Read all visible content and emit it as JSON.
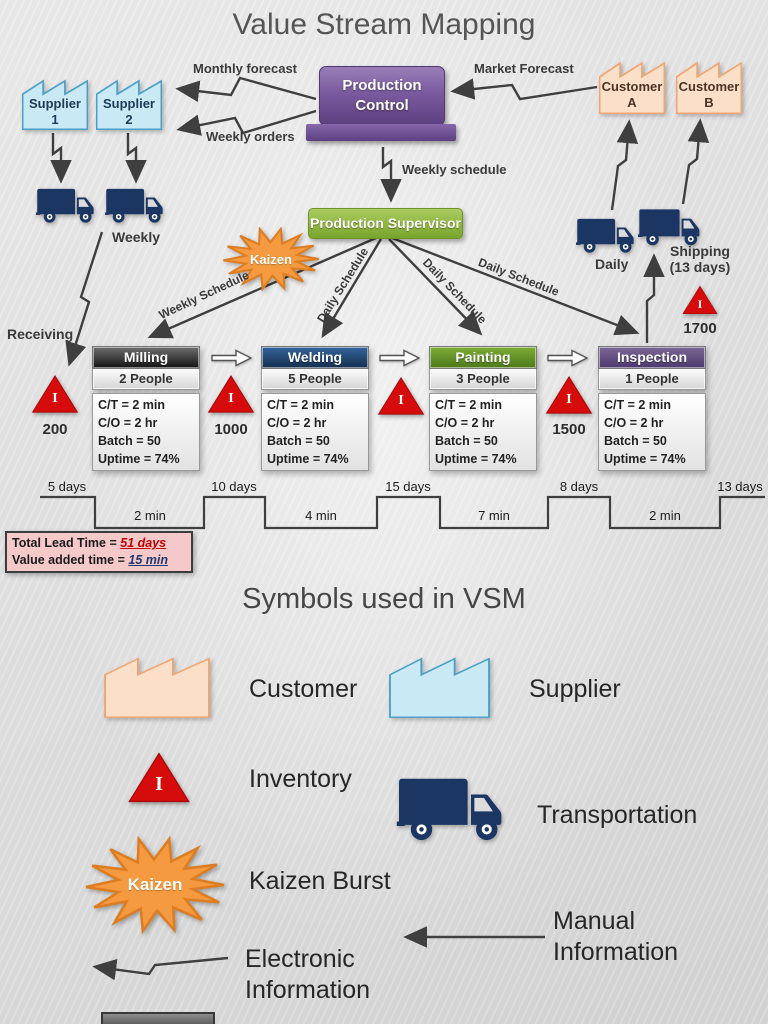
{
  "title": "Value Stream Mapping",
  "map": {
    "supplier1_line1": "Supplier",
    "supplier1_line2": "1",
    "supplier2_line1": "Supplier",
    "supplier2_line2": "2",
    "customerA_line1": "Customer",
    "customerA_line2": "A",
    "customerB_line1": "Customer",
    "customerB_line2": "B",
    "production_control_line1": "Production",
    "production_control_line2": "Control",
    "production_supervisor": "Production Supervisor",
    "kaizen": "Kaizen",
    "monthly_forecast": "Monthly forecast",
    "weekly_orders": "Weekly orders",
    "market_forecast": "Market Forecast",
    "weekly_schedule": "Weekly schedule",
    "weekly": "Weekly",
    "receiving": "Receiving",
    "daily": "Daily",
    "shipping_line1": "Shipping",
    "shipping_line2": "(13 days)",
    "weekly_schedule_rotated": "Weekly Schedule",
    "daily_schedule_1": "Daily Schedule",
    "daily_schedule_2": "Daily Schedule",
    "daily_schedule_3": "Daily Schedule",
    "inventory_symbol": "I",
    "inventory_1": "200",
    "inventory_2": "1000",
    "inventory_4": "1500",
    "inventory_5": "1700",
    "processes": [
      {
        "name": "Milling",
        "people": "2 People",
        "stats": [
          "C/T = 2 min",
          "C/O = 2 hr",
          "Batch = 50",
          "Uptime = 74%"
        ]
      },
      {
        "name": "Welding",
        "people": "5 People",
        "stats": [
          "C/T = 2 min",
          "C/O = 2 hr",
          "Batch = 50",
          "Uptime = 74%"
        ]
      },
      {
        "name": "Painting",
        "people": "3 People",
        "stats": [
          "C/T = 2 min",
          "C/O = 2 hr",
          "Batch = 50",
          "Uptime = 74%"
        ]
      },
      {
        "name": "Inspection",
        "people": "1 People",
        "stats": [
          "C/T = 2 min",
          "C/O = 2 hr",
          "Batch = 50",
          "Uptime = 74%"
        ]
      }
    ],
    "timeline": {
      "days": [
        "5 days",
        "10 days",
        "15 days",
        "8 days",
        "13 days"
      ],
      "mins": [
        "2 min",
        "4 min",
        "7 min",
        "2 min"
      ]
    },
    "lead_time": {
      "total_label": "Total Lead Time = ",
      "total_value": "51 days",
      "value_added_label": "Value added time = ",
      "value_added_value": "15 min"
    }
  },
  "legend": {
    "heading": "Symbols used in VSM",
    "customer": "Customer",
    "supplier": "Supplier",
    "inventory": "Inventory",
    "transportation": "Transportation",
    "kaizen_burst": "Kaizen Burst",
    "kaizen_icon_text": "Kaizen",
    "inventory_symbol": "I",
    "manual_line1": "Manual",
    "manual_line2": "Information",
    "electronic_line1": "Electronic",
    "electronic_line2": "Information"
  },
  "colors": {
    "production_control_purple": "#7a5a9e",
    "supervisor_green": "#8fb93c",
    "kaizen_orange": "#f59a40",
    "inventory_red": "#d60b0b",
    "truck_navy": "#1b3663",
    "supplier_blue": "#c9e9f5",
    "customer_peach": "#fbdfc8",
    "milling_header": "#2b2b2b",
    "welding_header": "#1d4068",
    "painting_header": "#5d9023",
    "inspection_header": "#5f4b78",
    "lead_time_pink": "#f5c9c9",
    "lead_total_red": "#c00000",
    "value_added_blue": "#20386e",
    "arrow_gray": "#3f3f3f"
  }
}
